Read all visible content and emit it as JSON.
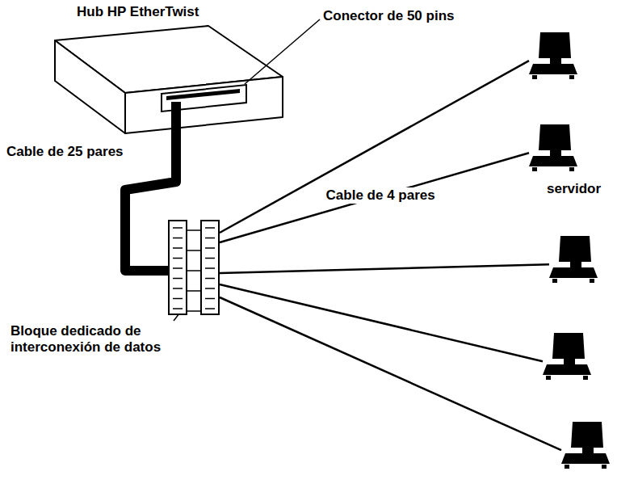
{
  "diagram": {
    "nodes": [
      {
        "text": [
          "Hub HP EtherTwist"
        ]
      },
      {
        "text": [
          "Bloque dedicado de interconexión de datos"
        ]
      },
      {
        "text": []
      },
      {
        "text": [
          "servidor"
        ]
      },
      {
        "text": []
      },
      {
        "text": []
      },
      {
        "text": []
      }
    ],
    "edges": [
      {
        "from": 0,
        "to": 1,
        "label": "Cable de 25 pares",
        "arrow": "none"
      },
      {
        "from": 1,
        "to": 2,
        "arrow": "none"
      },
      {
        "from": 1,
        "to": 3,
        "label": "Cable de 4 pares",
        "arrow": "none"
      },
      {
        "from": 1,
        "to": 4,
        "arrow": "none"
      },
      {
        "from": 1,
        "to": 5,
        "arrow": "none"
      },
      {
        "from": 1,
        "to": 6,
        "arrow": "none"
      }
    ],
    "labels": [
      "Conector de 50 pins"
    ]
  }
}
